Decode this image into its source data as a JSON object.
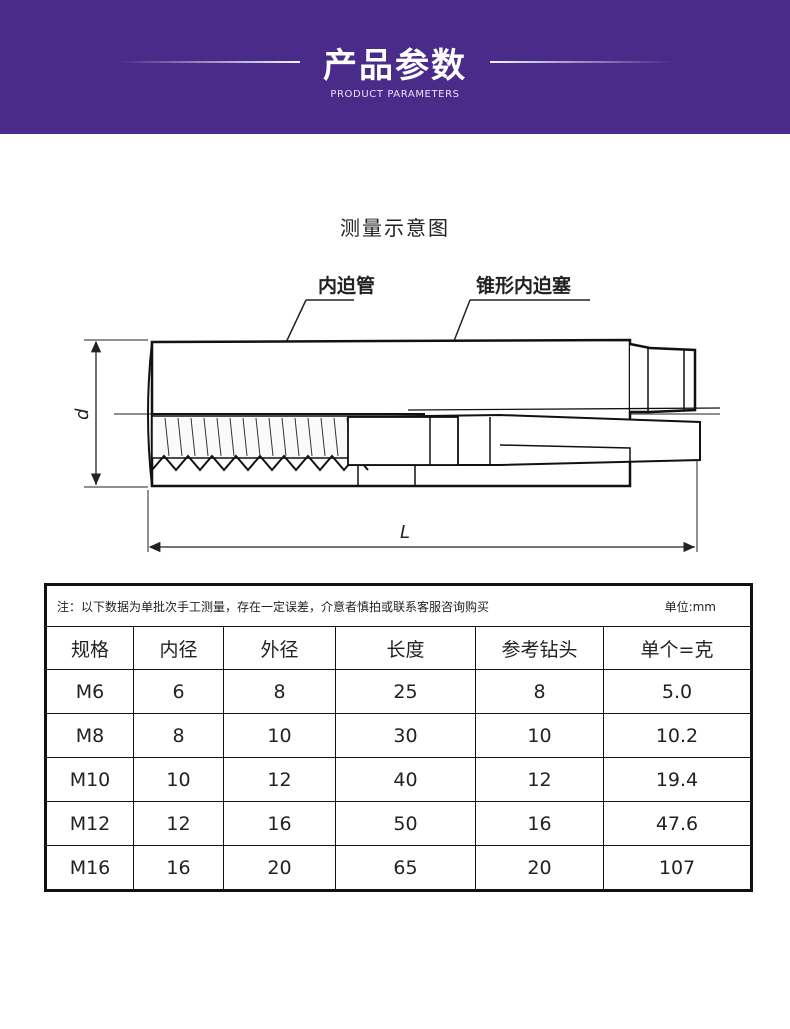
{
  "banner": {
    "title": "产品参数",
    "subtitle": "PRODUCT PARAMETERS",
    "background": "#4b2b8a"
  },
  "diagram": {
    "title": "测量示意图",
    "labels": {
      "inner_tube": "内迫管",
      "cone_plug": "锥形内迫塞",
      "diameter": "d",
      "length": "L"
    }
  },
  "table": {
    "note": "注：以下数据为单批次手工测量，存在一定误差，介意者慎拍或联系客服咨询购买",
    "unit": "单位:mm",
    "headers": [
      "规格",
      "内径",
      "外径",
      "长度",
      "参考钻头",
      "单个=克"
    ],
    "rows": [
      [
        "M6",
        "6",
        "8",
        "25",
        "8",
        "5.0"
      ],
      [
        "M8",
        "8",
        "10",
        "30",
        "10",
        "10.2"
      ],
      [
        "M10",
        "10",
        "12",
        "40",
        "12",
        "19.4"
      ],
      [
        "M12",
        "12",
        "16",
        "50",
        "16",
        "47.6"
      ],
      [
        "M16",
        "16",
        "20",
        "65",
        "20",
        "107"
      ]
    ]
  }
}
